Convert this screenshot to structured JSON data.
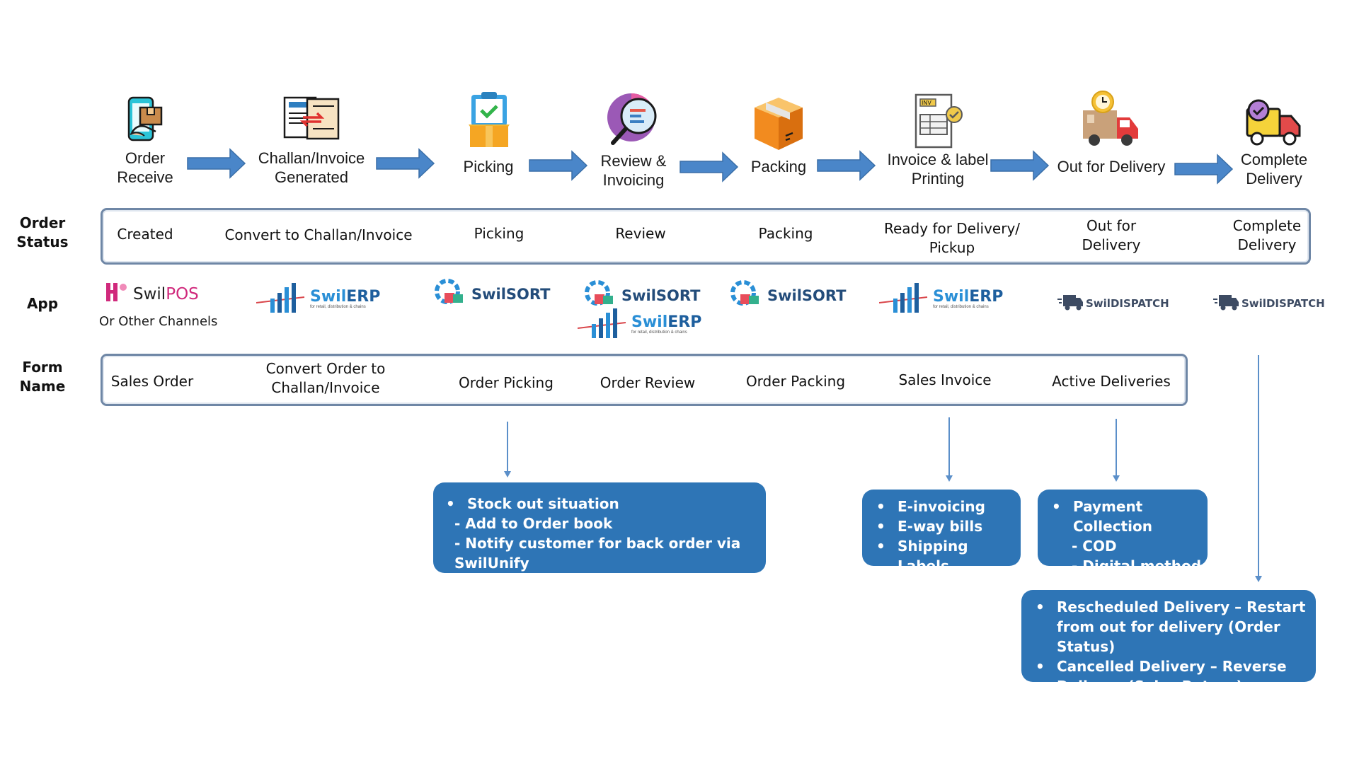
{
  "stages": [
    {
      "label": "Order\nReceive",
      "icon": "phone-package-icon"
    },
    {
      "label": "Challan/Invoice\nGenerated",
      "icon": "documents-exchange-icon"
    },
    {
      "label": "Picking",
      "icon": "clipboard-box-icon"
    },
    {
      "label": "Review &\nInvoicing",
      "icon": "magnifier-review-icon"
    },
    {
      "label": "Packing",
      "icon": "package-box-icon"
    },
    {
      "label": "Invoice & label\nPrinting",
      "icon": "invoice-document-icon"
    },
    {
      "label": "Out for Delivery",
      "icon": "delivery-truck-clock-icon"
    },
    {
      "label": "Complete\nDelivery",
      "icon": "delivery-truck-check-icon"
    }
  ],
  "order_status": {
    "label": "Order\nStatus",
    "values": [
      "Created",
      "Convert to Challan/Invoice",
      "Picking",
      "Review",
      "Packing",
      "Ready for Delivery/\nPickup",
      "Out for\nDelivery",
      "Complete\nDelivery"
    ]
  },
  "app": {
    "label": "App",
    "logos": [
      {
        "name": "SwilPOS",
        "prefix": "Swil",
        "suffix": "POS",
        "icon": "swilpos-logo-icon"
      },
      {
        "name": "SwilERP",
        "prefix": "Swil",
        "suffix": "ERP",
        "tagline": "for retail, distribution & chains",
        "icon": "swilerp-logo-icon"
      },
      {
        "name": "SwilSORT",
        "icon": "swilsort-logo-icon"
      },
      {
        "name": "SwilSORT",
        "icon": "swilsort-logo-icon"
      },
      {
        "name": "SwilERP",
        "prefix": "Swil",
        "suffix": "ERP",
        "tagline": "for retail, distribution & chains",
        "icon": "swilerp-logo-icon"
      },
      {
        "name": "SwilSORT",
        "icon": "swilsort-logo-icon"
      },
      {
        "name": "SwilERP",
        "prefix": "Swil",
        "suffix": "ERP",
        "tagline": "for retail, distribution & chains",
        "icon": "swilerp-logo-icon"
      },
      {
        "name": "SwilDISPATCH",
        "icon": "swildispatch-logo-icon"
      },
      {
        "name": "SwilDISPATCH",
        "icon": "swildispatch-logo-icon"
      }
    ],
    "other_channels": "Or Other Channels"
  },
  "form_name": {
    "label": "Form\nName",
    "values": [
      "Sales Order",
      "Convert Order to\nChallan/Invoice",
      "Order Picking",
      "Order Review",
      "Order Packing",
      "Sales Invoice",
      "Active Deliveries"
    ]
  },
  "notes": {
    "picking": {
      "bullet": "Stock out situation",
      "subs": [
        "- Add to Order book",
        "- Notify customer for back order via SwilUnify"
      ]
    },
    "invoice": {
      "bullets": [
        "E-invoicing",
        "E-way bills",
        "Shipping Labels"
      ]
    },
    "payment": {
      "bullet": "Payment Collection",
      "subs": [
        "- COD",
        "- Digital method"
      ]
    },
    "delivery": {
      "bullets": [
        "Rescheduled Delivery – Restart from out for delivery (Order Status)",
        "Cancelled Delivery – Reverse Delivery (Sales Return)"
      ]
    }
  },
  "colors": {
    "arrow": "#4a86c9",
    "box_border": "#6f87a6",
    "note_bg": "#2e75b6",
    "connector": "#5b8fc9"
  }
}
